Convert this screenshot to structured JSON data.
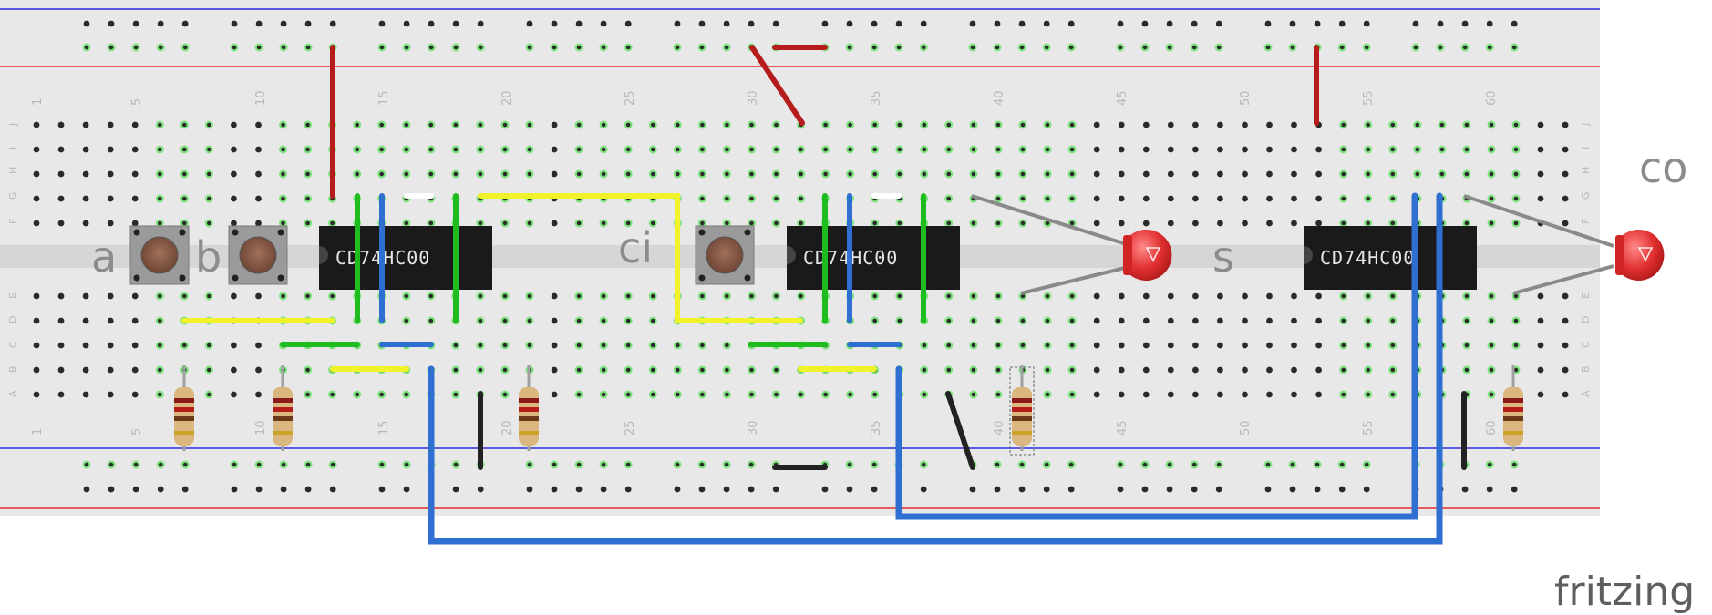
{
  "column_numbers": [
    "1",
    "5",
    "10",
    "15",
    "20",
    "25",
    "30",
    "35",
    "40",
    "45",
    "50",
    "55",
    "60"
  ],
  "row_letters_top": [
    "J",
    "I",
    "H",
    "G",
    "F"
  ],
  "row_letters_bottom": [
    "E",
    "D",
    "C",
    "B",
    "A"
  ],
  "chips": [
    {
      "label": "CD74HC00"
    },
    {
      "label": "CD74HC00"
    },
    {
      "label": "CD74HC00"
    }
  ],
  "input_labels": {
    "a": "a",
    "b": "b",
    "ci": "ci"
  },
  "output_labels": {
    "s": "s",
    "co": "co"
  },
  "brand": "fritzing",
  "colors": {
    "board": "#e8e8e8",
    "rail_blue": "#2a2ae0",
    "rail_red": "#e02a2a",
    "wire_red": "#b71c1c",
    "wire_green": "#1ebc1e",
    "wire_blue": "#2f6fd1",
    "wire_yellow": "#f2f22a",
    "wire_black": "#222222",
    "led": "#e23030",
    "chip": "#1a1a1a"
  }
}
